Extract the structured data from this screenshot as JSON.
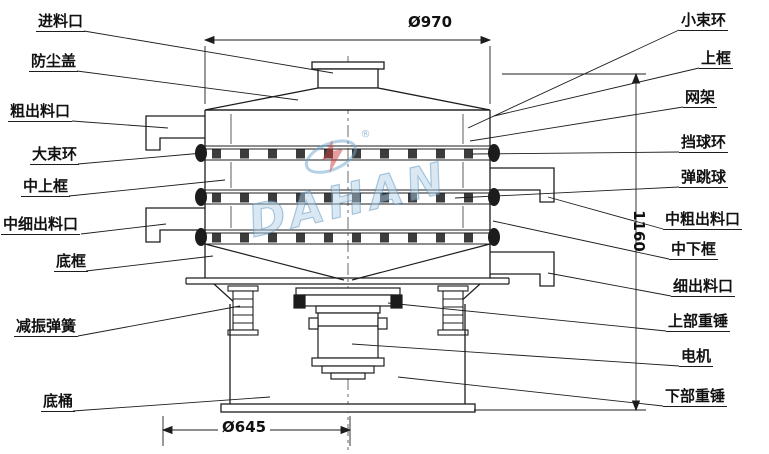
{
  "watermark": {
    "brand": "DAHAN",
    "registered": "®"
  },
  "dimensions": {
    "top_diameter": "Ø970",
    "height": "1160",
    "bottom_diameter": "Ø645"
  },
  "labels_left": [
    {
      "text": "进料口"
    },
    {
      "text": "防尘盖"
    },
    {
      "text": "粗出料口"
    },
    {
      "text": "大束环"
    },
    {
      "text": "中上框"
    },
    {
      "text": "中细出料口"
    },
    {
      "text": "底框"
    },
    {
      "text": "减振弹簧"
    },
    {
      "text": "底桶"
    }
  ],
  "labels_right": [
    {
      "text": "小束环"
    },
    {
      "text": "上框"
    },
    {
      "text": "网架"
    },
    {
      "text": "挡球环"
    },
    {
      "text": "弹跳球"
    },
    {
      "text": "中粗出料口"
    },
    {
      "text": "中下框"
    },
    {
      "text": "细出料口"
    },
    {
      "text": "上部重锤"
    },
    {
      "text": "电机"
    },
    {
      "text": "下部重锤"
    }
  ]
}
